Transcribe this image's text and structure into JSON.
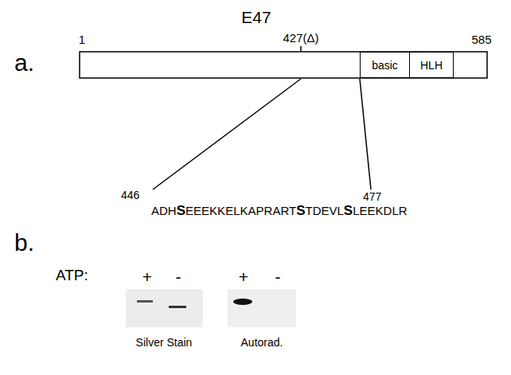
{
  "diagram": {
    "title": "E47",
    "nodes": [
      {
        "text": [
          "basic"
        ]
      },
      {
        "text": [
          "HLH"
        ]
      }
    ],
    "labels": [
      "a.",
      "1",
      "427(Δ)",
      "585",
      "446",
      "ADHSEEEKKELKAPRARTSTDEVLSLEEKDLR",
      "477",
      "b.",
      "ATP:",
      "+",
      "-",
      "+",
      "-",
      "Silver Stain",
      "Autorad."
    ]
  }
}
